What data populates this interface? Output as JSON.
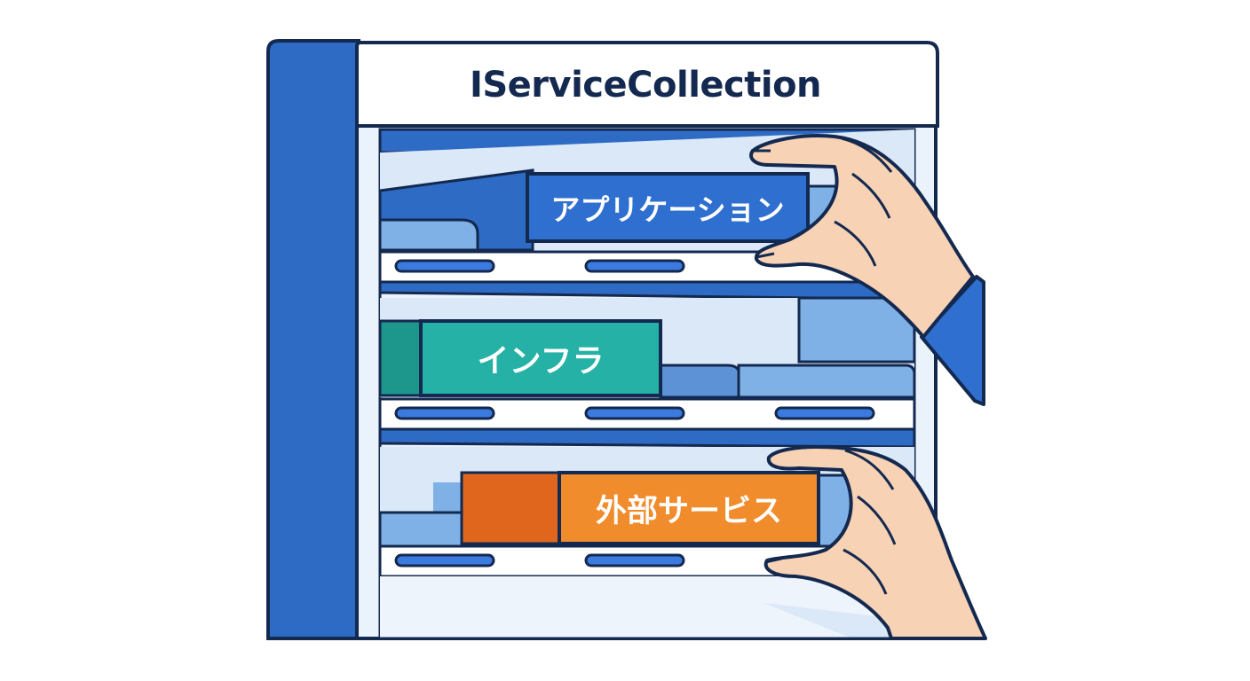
{
  "header": {
    "title": "IServiceCollection"
  },
  "shelves": [
    {
      "label": "アプリケーション",
      "color": "#2f6fd0"
    },
    {
      "label": "インフラ",
      "color": "#25b1a5"
    },
    {
      "label": "外部サービス",
      "color": "#f08c2c"
    }
  ],
  "colors": {
    "outline": "#14294f",
    "cabinet_side": "#2e6bc4",
    "shelf_blue_light": "#7fb0e6",
    "shelf_blue_pale": "#dbe8f8",
    "skin": "#f7d2b5",
    "sleeve": "#2f6fd0"
  },
  "icons": [
    "hand-icon"
  ]
}
